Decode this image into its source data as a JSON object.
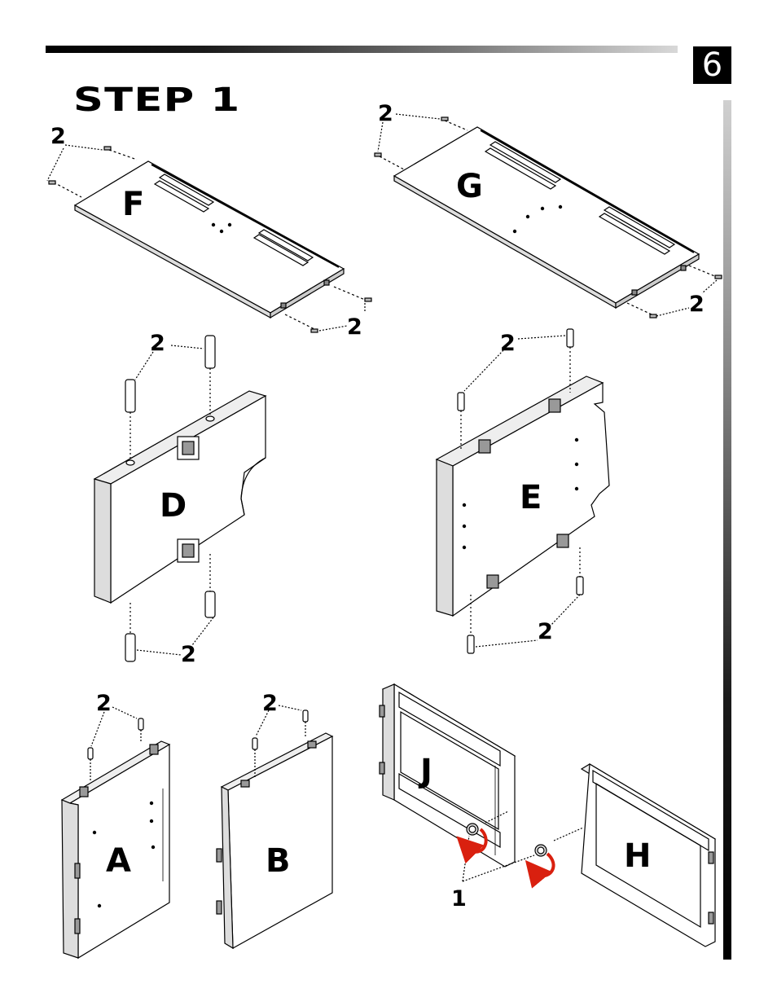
{
  "page": {
    "number": "6"
  },
  "step": {
    "title": "STEP 1"
  },
  "parts": {
    "F": "F",
    "G": "G",
    "D": "D",
    "E": "E",
    "A": "A",
    "B": "B",
    "J": "J",
    "H": "H"
  },
  "callouts": {
    "f_left": "2",
    "f_right": "2",
    "g_left": "2",
    "g_right": "2",
    "d_top": "2",
    "d_bottom": "2",
    "e_top": "2",
    "e_bottom": "2",
    "a_top": "2",
    "b_top": "2",
    "knob": "1"
  },
  "colors": {
    "ink": "#000000",
    "arrow": "#d9200f"
  }
}
